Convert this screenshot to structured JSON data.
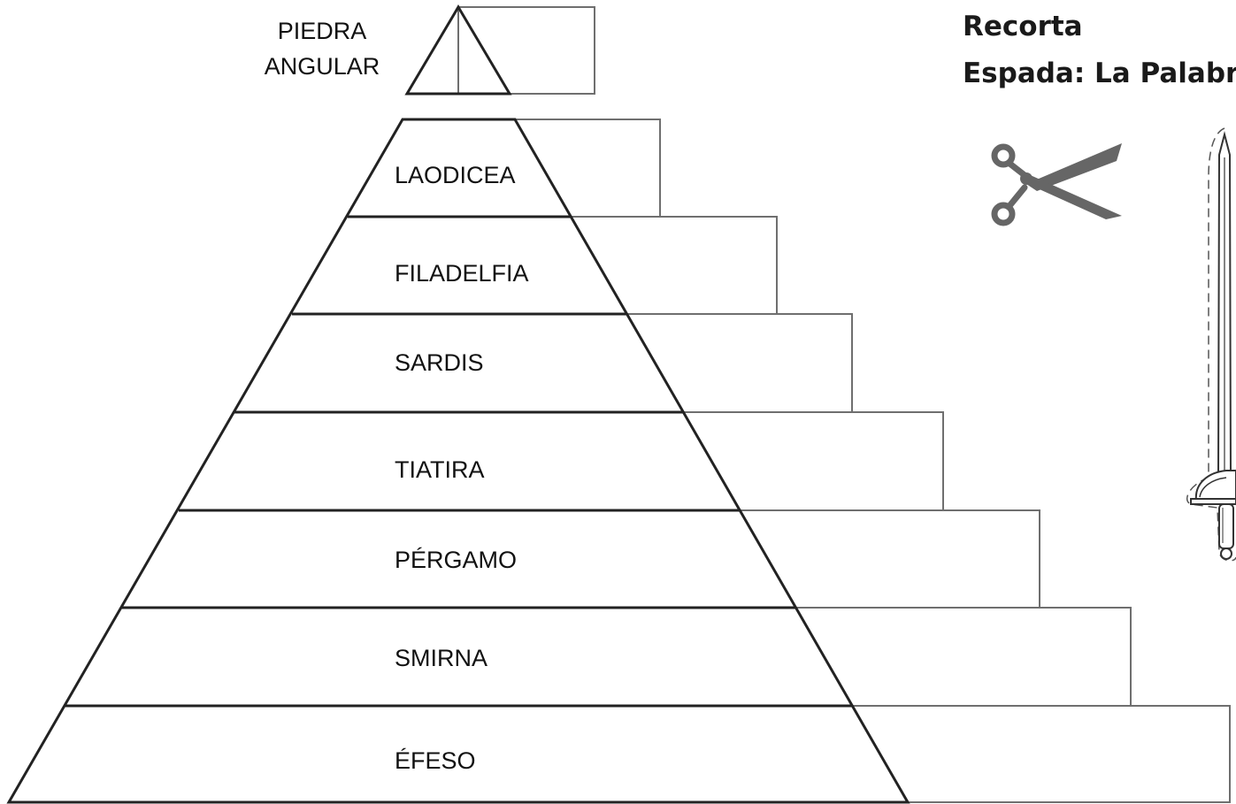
{
  "title": {
    "line1": "Recorta",
    "line2": "Espada: La Palabra"
  },
  "capstone": {
    "line1": "PIEDRA",
    "line2": "ANGULAR"
  },
  "levels": [
    {
      "label": "LAODICEA"
    },
    {
      "label": "FILADELFIA"
    },
    {
      "label": "SARDIS"
    },
    {
      "label": "TIATIRA"
    },
    {
      "label": "PÉRGAMO"
    },
    {
      "label": "SMIRNA"
    },
    {
      "label": "ÉFESO"
    }
  ],
  "icons": {
    "scissors": "scissors-icon",
    "sword": "sword-icon"
  },
  "colors": {
    "outline": "#222222",
    "box_outline": "#6f6f6f",
    "scissors": "#666666"
  }
}
